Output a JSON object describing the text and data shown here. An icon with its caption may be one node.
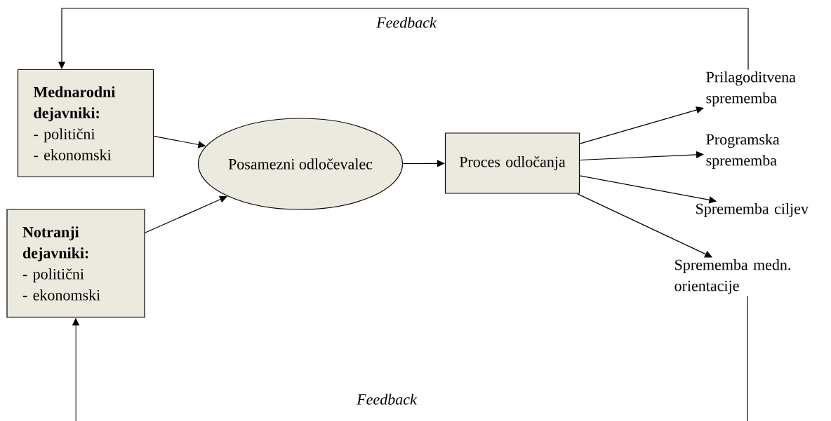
{
  "diagram": {
    "nodes": [
      {
        "text": [
          "Mednarodni dejavniki:",
          "- politični",
          "- ekonomski"
        ]
      },
      {
        "text": [
          "Notranji dejavniki:",
          " - politični",
          "-  ekonomski"
        ]
      },
      {
        "text": [
          "Posamezni odločevalec"
        ]
      },
      {
        "text": [
          "Proces odločanja"
        ]
      },
      {
        "text": [
          "Prilagoditvena sprememba"
        ]
      },
      {
        "text": [
          "Programska sprememba"
        ]
      },
      {
        "text": [
          "Sprememba ciljev"
        ]
      },
      {
        "text": [
          "Sprememba medn. orientacije"
        ]
      }
    ],
    "edges": [
      {
        "from": 0,
        "to": 2,
        "arrow": "to"
      },
      {
        "from": 1,
        "to": 2,
        "arrow": "to"
      },
      {
        "from": 2,
        "to": 3,
        "arrow": "to"
      },
      {
        "from": 3,
        "to": 4,
        "arrow": "to"
      },
      {
        "from": 3,
        "to": 5,
        "arrow": "to"
      },
      {
        "from": 3,
        "to": 6,
        "arrow": "to"
      },
      {
        "from": 3,
        "to": 7,
        "arrow": "to"
      },
      {
        "from": 4,
        "to": 0,
        "arrow": "to",
        "label": "Feedback"
      },
      {
        "from": 7,
        "to": 1,
        "arrow": "to",
        "label": "Feedback"
      }
    ]
  }
}
